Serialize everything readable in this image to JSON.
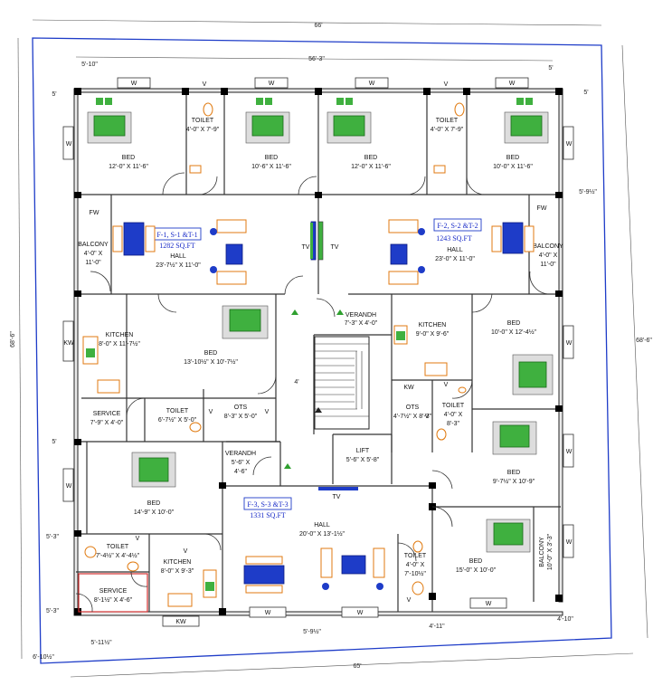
{
  "dimensions": {
    "top_overall": "66'",
    "top_inner": "56'-3\"",
    "top_left_offset": "5'-10\"",
    "top_right_offset": "5'",
    "left_overall": "68'-6\"",
    "right_overall": "68'-6\"",
    "bottom_overall": "65'",
    "left_side_upper": "5'",
    "left_side_mid": "5'",
    "left_side_lower1": "5'-3\"",
    "left_side_lower2": "5'-3\"",
    "right_side_upper": "5'",
    "right_side_mid": "5'-9½\"",
    "bottom_left": "5'-11½\"",
    "bottom_left_corner": "6'-10½\"",
    "bottom_mid": "5'-9½\"",
    "bottom_right_1": "4'-11\"",
    "bottom_right_2": "4'-10\"",
    "stair_width": "4'"
  },
  "flats": [
    {
      "title": "F-1, S-1 &T-1",
      "area": "1282 SQ.FT"
    },
    {
      "title": "F-2, S-2 &T-2",
      "area": "1243 SQ.FT"
    },
    {
      "title": "F-3, S-3 &T-3",
      "area": "1331 SQ.FT"
    }
  ],
  "rooms": {
    "bed_tl1": {
      "name": "BED",
      "size": "12'-0\" X 11'-6\""
    },
    "toilet_t1": {
      "name": "TOILET",
      "size": "4'-0\" X 7'-9\""
    },
    "bed_tl2": {
      "name": "BED",
      "size": "10'-6\" X 11'-6\""
    },
    "bed_tr1": {
      "name": "BED",
      "size": "12'-0\" X 11'-6\""
    },
    "toilet_t2": {
      "name": "TOILET",
      "size": "4'-0\" X 7'-9\""
    },
    "bed_tr2": {
      "name": "BED",
      "size": "10'-0\" X 11'-6\""
    },
    "balcony_l": {
      "name": "BALCONY",
      "size1": "4'-0\" X",
      "size2": "11'-0\""
    },
    "hall_l": {
      "name": "HALL",
      "size": "23'-7½\" X 11'-0\""
    },
    "hall_r": {
      "name": "HALL",
      "size": "23'-0\" X 11'-0\""
    },
    "balcony_r": {
      "name": "BALCONY",
      "size1": "4'-0\" X",
      "size2": "11'-0\""
    },
    "kitchen_l": {
      "name": "KITCHEN",
      "size": "8'-0\" X 11'-7½\""
    },
    "bed_ml": {
      "name": "BED",
      "size": "13'-10½\" X 10'-7½\""
    },
    "verandh_c": {
      "name": "VERANDH",
      "size": "7'-3\" X 4'-0\""
    },
    "kitchen_r": {
      "name": "KITCHEN",
      "size": "9'-0\" X 9'-6\""
    },
    "bed_mr": {
      "name": "BED",
      "size": "10'-0\" X 12'-4½\""
    },
    "service_l": {
      "name": "SERVICE",
      "size": "7'-9\" X 4'-0\""
    },
    "toilet_ml": {
      "name": "TOILET",
      "size": "6'-7½\" X 5'-0\""
    },
    "ots_l": {
      "name": "OTS",
      "size": "8'-3\" X 5'-0\""
    },
    "ots_r": {
      "name": "OTS",
      "size": "4'-7½\" X 8'-3\""
    },
    "toilet_mr": {
      "name": "TOILET",
      "size1": "4'-0\" X",
      "size2": "8'-3\""
    },
    "verandh_l": {
      "name": "VERANDH",
      "size1": "5'-6\" X",
      "size2": "4'-6\""
    },
    "lift": {
      "name": "LIFT",
      "size": "5'-6\" X 5'-8\""
    },
    "bed_ll": {
      "name": "BED",
      "size": "14'-9\" X 10'-0\""
    },
    "bed_lr1": {
      "name": "BED",
      "size": "9'-7½\" X 10'-9\""
    },
    "hall_b": {
      "name": "HALL",
      "size": "20'-0\" X 13'-1½\""
    },
    "toilet_bl": {
      "name": "TOILET",
      "size": "7'-4½\" X 4'-4½\""
    },
    "kitchen_b": {
      "name": "KITCHEN",
      "size": "8'-0\" X 9'-3\""
    },
    "service_b": {
      "name": "SERVICE",
      "size": "8'-1½\" X 4'-6\""
    },
    "toilet_br": {
      "name": "TOILET",
      "size1": "4'-0\" X",
      "size2": "7'-10½\""
    },
    "bed_lr2": {
      "name": "BED",
      "size": "15'-0\" X 10'-0\""
    },
    "balcony_b": {
      "name": "BALCONY",
      "size": "10'-0\" X 3'-3\""
    }
  },
  "markers": {
    "window": "W",
    "kitchen_window": "KW",
    "ventilator": "V",
    "tv": "TV",
    "fw": "FW"
  }
}
